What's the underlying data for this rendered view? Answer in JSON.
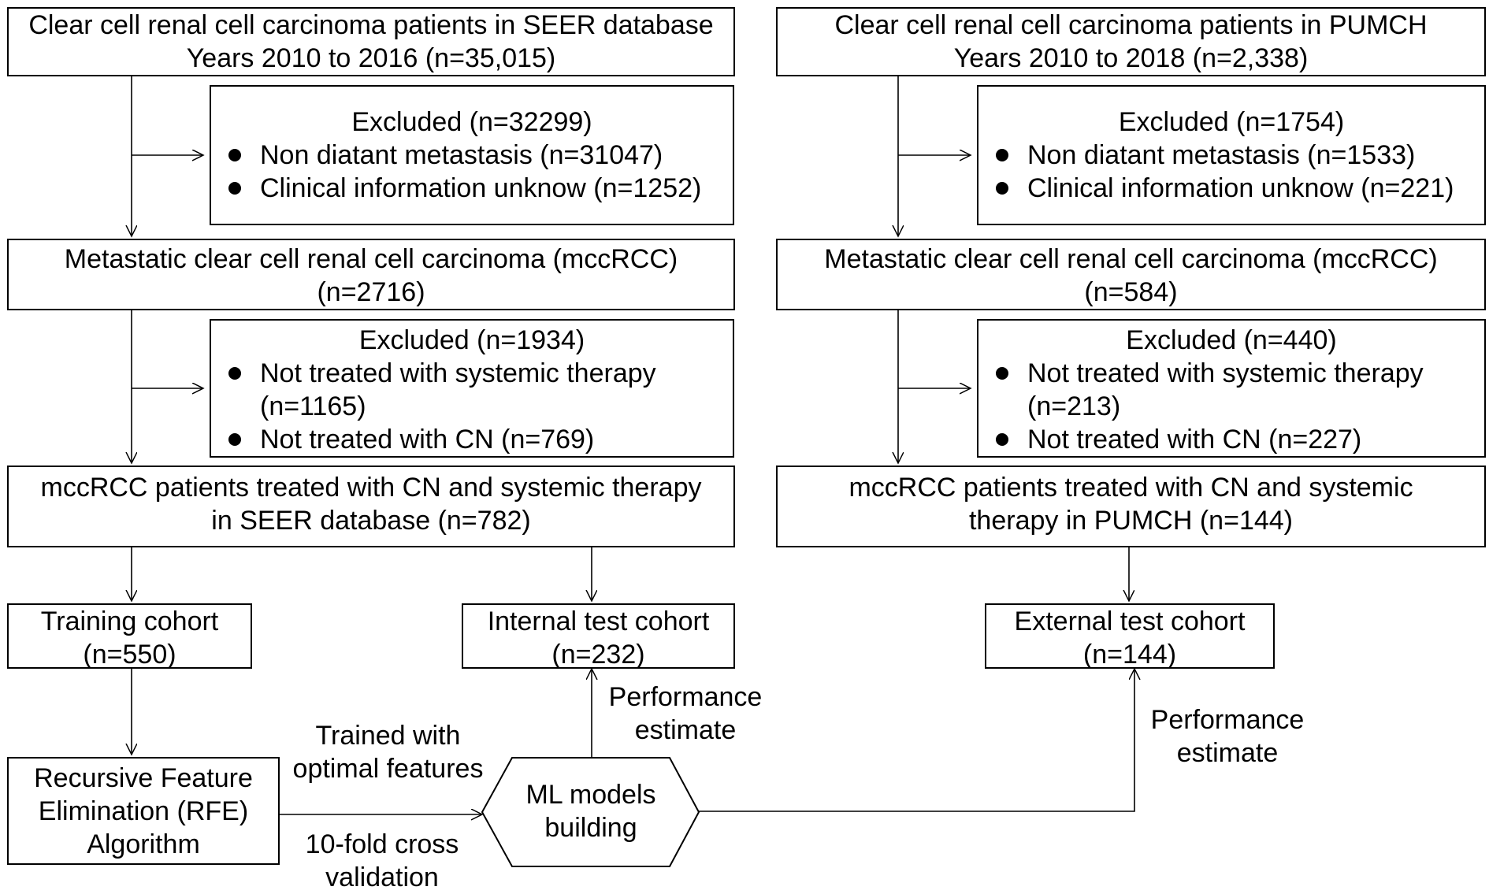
{
  "left": {
    "source": {
      "line1": "Clear cell renal cell carcinoma patients in SEER database",
      "line2": "Years 2010 to 2016 (n=35,015)"
    },
    "excluded1": {
      "title": "Excluded (n=32299)",
      "items": [
        "Non diatant metastasis (n=31047)",
        "Clinical information unknow (n=1252)"
      ]
    },
    "metastatic": {
      "line1": "Metastatic clear cell renal cell carcinoma (mccRCC)",
      "line2": "(n=2716)"
    },
    "excluded2": {
      "title": "Excluded (n=1934)",
      "item1_line1": "Not treated with systemic therapy",
      "item1_line2": "(n=1165)",
      "item2": "Not treated with CN (n=769)"
    },
    "treated": {
      "line1": "mccRCC patients treated with CN and systemic therapy",
      "line2": "in SEER database (n=782)"
    }
  },
  "right": {
    "source": {
      "line1": "Clear cell renal cell carcinoma patients in PUMCH",
      "line2": "Years 2010 to 2018 (n=2,338)"
    },
    "excluded1": {
      "title": "Excluded (n=1754)",
      "items": [
        "Non diatant metastasis (n=1533)",
        "Clinical information unknow (n=221)"
      ]
    },
    "metastatic": {
      "line1": "Metastatic clear cell renal cell carcinoma (mccRCC)",
      "line2": "(n=584)"
    },
    "excluded2": {
      "title": "Excluded (n=440)",
      "item1_line1": "Not treated with systemic therapy",
      "item1_line2": "(n=213)",
      "item2": "Not treated with CN (n=227)"
    },
    "treated": {
      "line1": "mccRCC patients treated with CN and systemic",
      "line2": "therapy in PUMCH (n=144)"
    }
  },
  "training": {
    "line1": "Training cohort",
    "line2": "(n=550)"
  },
  "internal": {
    "line1": "Internal test cohort",
    "line2": "(n=232)"
  },
  "external": {
    "line1": "External test cohort",
    "line2": "(n=144)"
  },
  "rfe": {
    "line1": "Recursive Feature",
    "line2": "Elimination (RFE)",
    "line3": "Algorithm"
  },
  "ml": {
    "line1": "ML models",
    "line2": "building"
  },
  "labels": {
    "trained": {
      "line1": "Trained with",
      "line2": "optimal features"
    },
    "cv": {
      "line1": "10-fold cross",
      "line2": "validation"
    },
    "perf_internal": {
      "line1": "Performance",
      "line2": "estimate"
    },
    "perf_external": {
      "line1": "Performance",
      "line2": "estimate"
    }
  }
}
